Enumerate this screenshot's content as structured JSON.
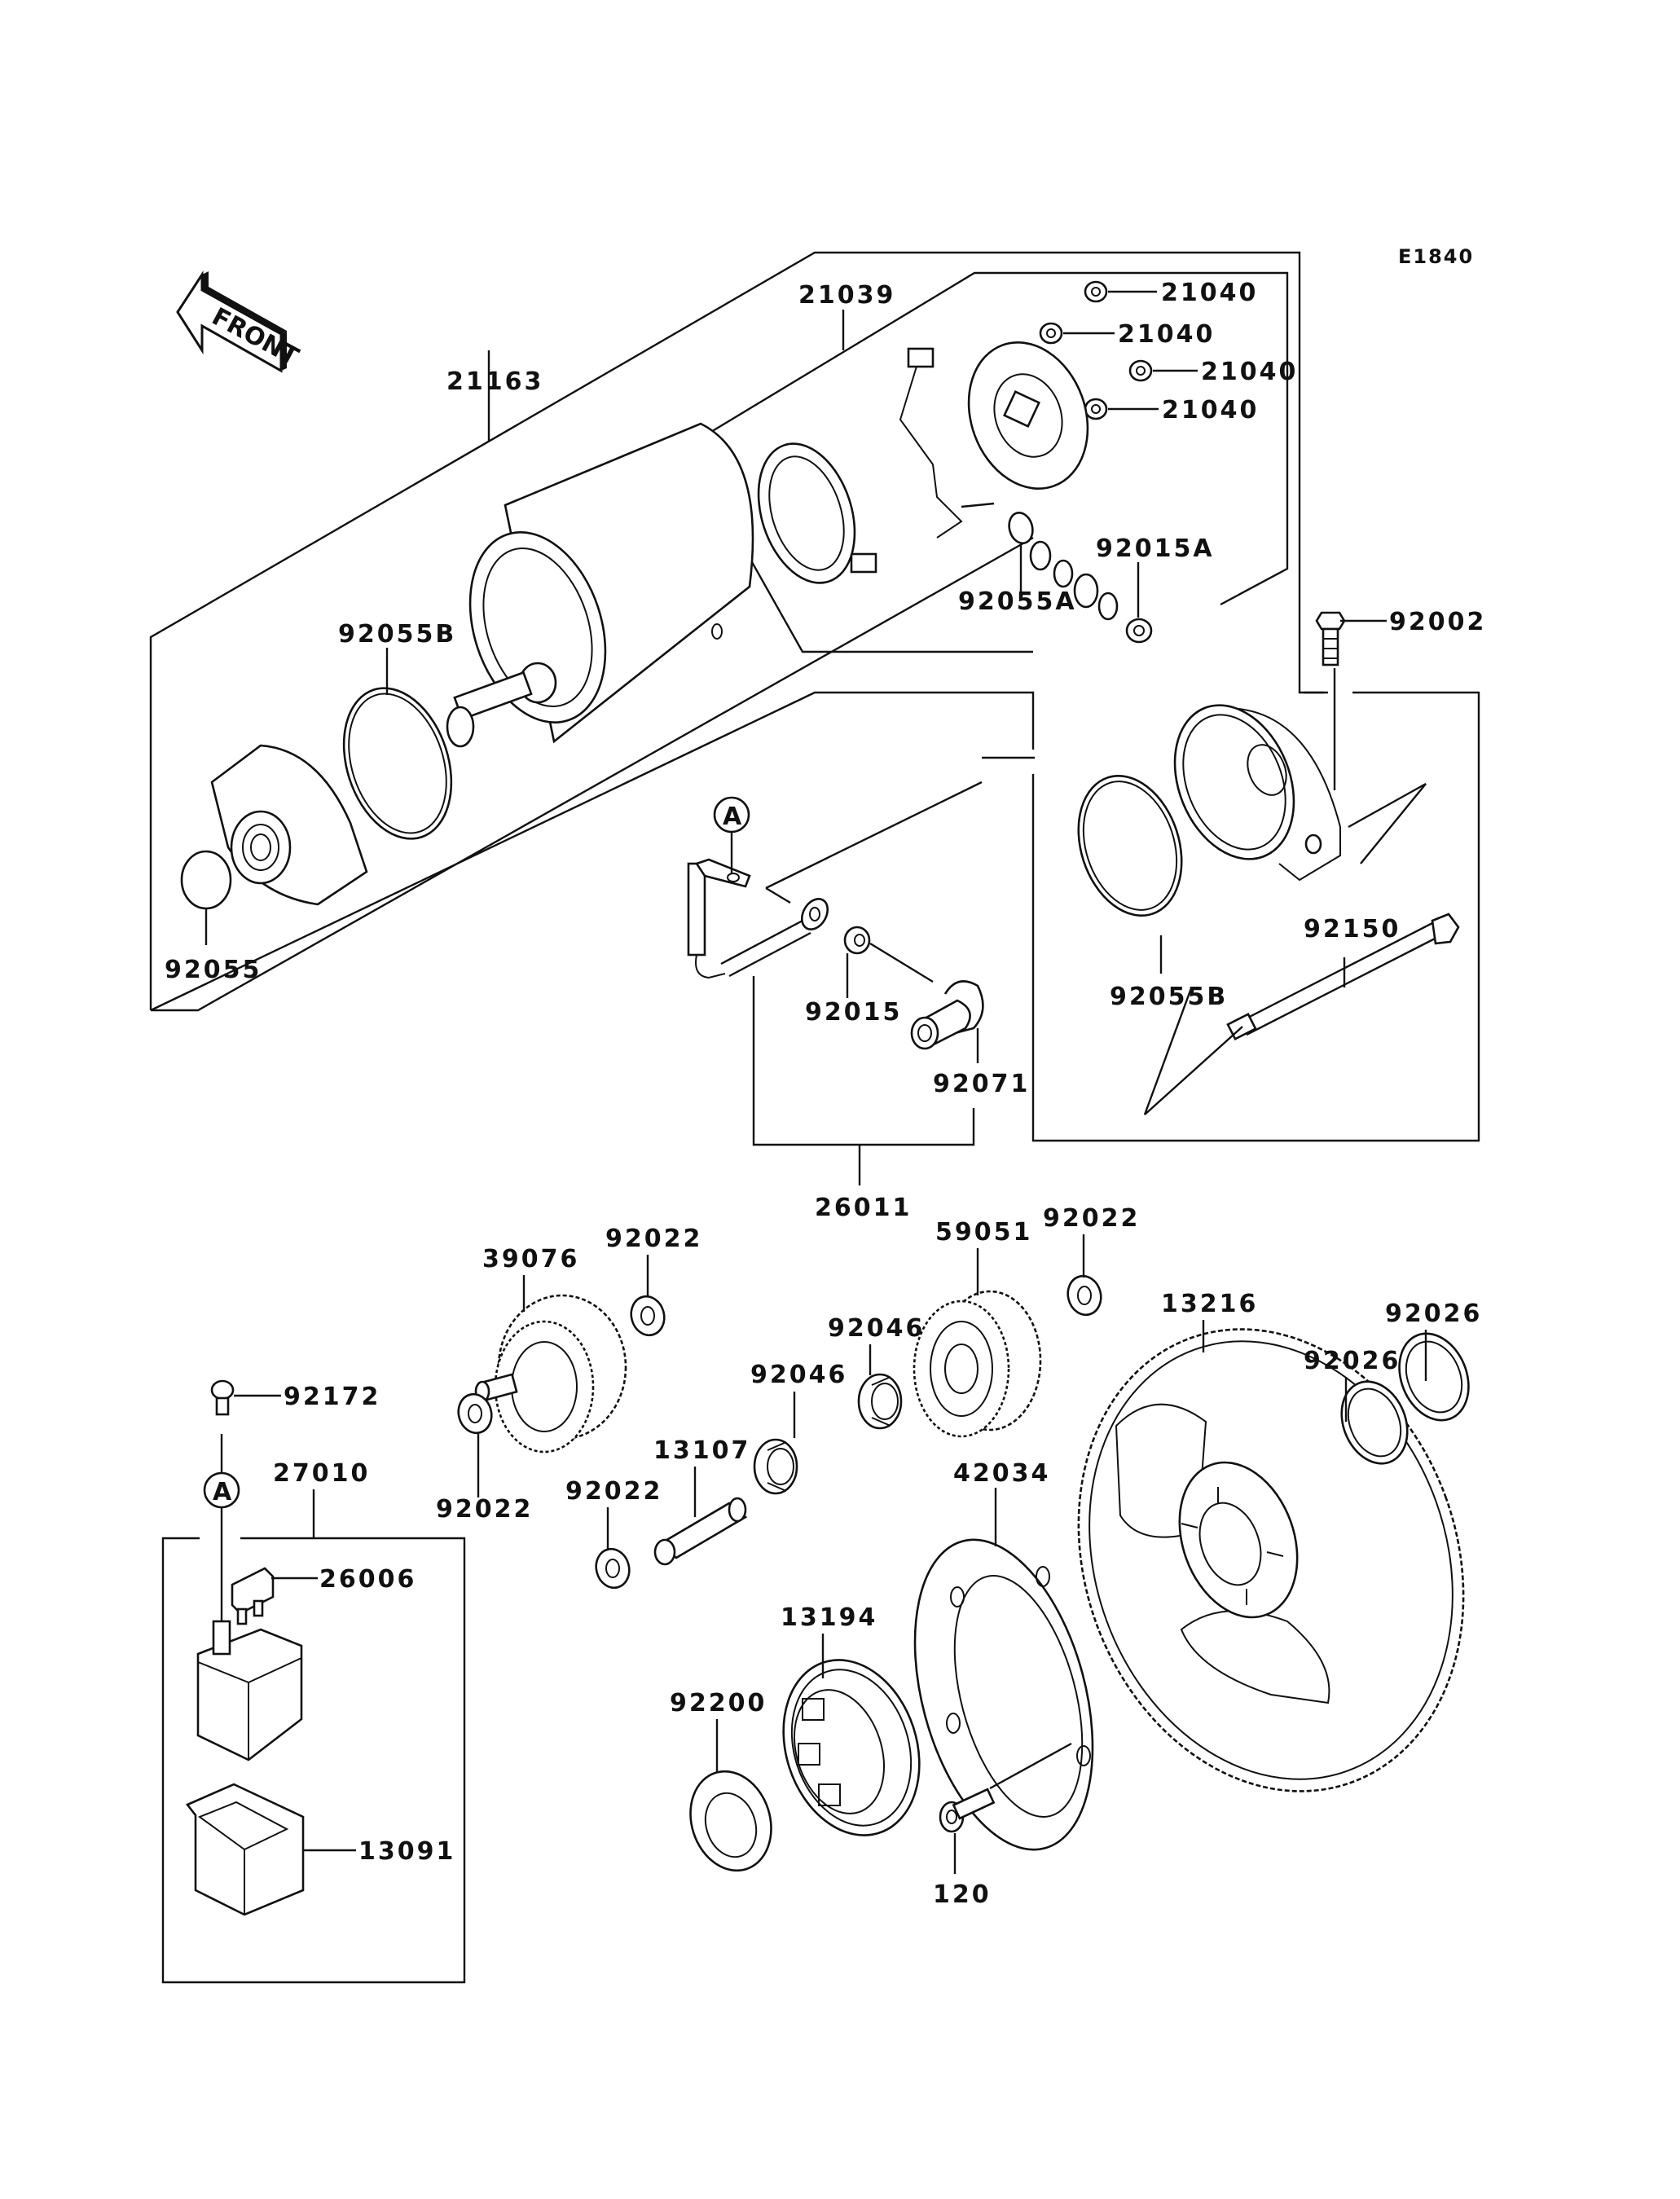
{
  "diagram": {
    "code": "E1840",
    "orientation_label": "FRONT",
    "reference_marker": "A",
    "labels": {
      "starter_motor": "21163",
      "brush_holder_assy": "21039",
      "brush_1": "21040",
      "brush_2": "21040",
      "brush_3": "21040",
      "brush_4": "21040",
      "o_ring_92055A": "92055A",
      "nut_92015A": "92015A",
      "bolt_92002": "92002",
      "o_ring_92055B_left": "92055B",
      "o_ring_92055B_right": "92055B",
      "o_ring_92055": "92055",
      "through_bolt_92150": "92150",
      "nut_92015": "92015",
      "cap_92071": "92071",
      "cable_26011": "26011",
      "idle_gear_39076": "39076",
      "washer_92022_a": "92022",
      "washer_92022_b": "92022",
      "washer_92022_c": "92022",
      "washer_92022_d": "92022",
      "gear_59051": "59051",
      "bearing_92046_a": "92046",
      "bearing_92046_b": "92046",
      "shaft_13107": "13107",
      "starter_gear_13216": "13216",
      "spacer_92026_a": "92026",
      "spacer_92026_b": "92026",
      "holder_42034": "42034",
      "clutch_13194": "13194",
      "washer_92200": "92200",
      "bolt_120": "120",
      "screw_92172": "92172",
      "relay_27010": "27010",
      "fuse_26006": "26006",
      "cover_13091": "13091"
    }
  }
}
